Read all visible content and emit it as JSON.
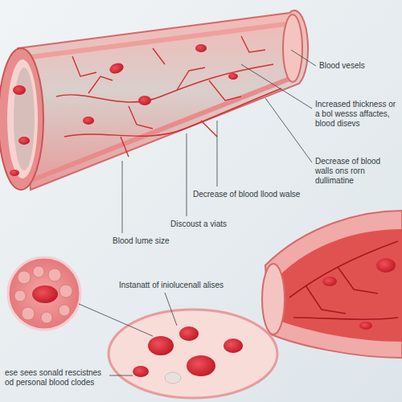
{
  "diagram": {
    "labels": [
      "Blood vesels",
      "Increased thickness or a bol wesss affactes, blood disevs",
      "Decrease of blood walls ons rorn dullimatine",
      "Decrease of blood llood walse",
      "Discoust a viats",
      "Blood lume size",
      "Instanatt of iniolucenall alises",
      "ese sees sonald rescistnes od personal blood clodes"
    ]
  }
}
